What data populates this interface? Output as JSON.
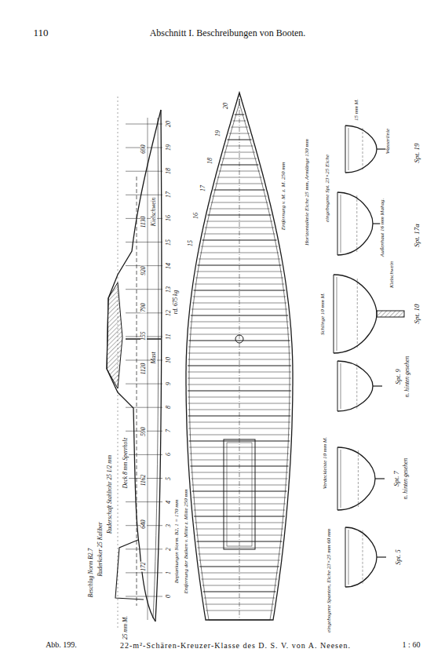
{
  "diagram": {
    "caption": "22-m²-Schären-Kreuzer-Klasse des D. S. V. von A. Neesen.",
    "labels": [
      "110",
      "Abschnitt I. Beschreibungen von Booten.",
      "Abb. 199.",
      "1 : 60",
      "0",
      "1",
      "2",
      "3",
      "4",
      "5",
      "6",
      "7",
      "8",
      "9",
      "10",
      "11",
      "12",
      "13",
      "14",
      "15",
      "16",
      "17",
      "18",
      "19",
      "20",
      "690",
      "1130",
      "920",
      "790",
      "155",
      "1120",
      "590",
      "1162",
      "640",
      "172",
      "rd. 675 kg",
      "Mast",
      "Kielschwein",
      "Ruderkoker 25 Kaliber",
      "Ruderschaft Stahlrohr 25 1/2 mm",
      "Beschlag Norm B2.7",
      "25 mm M.",
      "Deck 8 mm Sperrholz",
      "Beplankungen Norm. B2, 1 = 170 mm",
      "Entfernung der Balken v. Mitte z. Mitte 250 mm",
      "Entfernung v. M. z. M. 250 mm",
      "Horizontalknie Eiche 25 mm, Armlänge 130 mm",
      "20",
      "19",
      "18",
      "17",
      "16",
      "15",
      "Spt. 19",
      "Spt. 17a",
      "Spt. 10",
      "Spt. 9",
      "n. hinten gesehen",
      "Spt. 7",
      "n. hinten gesehen",
      "Spt. 5",
      "Wasserlinie",
      "15 mm M.",
      "Außenhaut 16 mm Mahag.",
      "eingebogene Spanten, Eiche 23×25 mm 60 mm",
      "Verdeckleiste 10 mm M.",
      "Kielschwein",
      "Schlinge 10 mm M.",
      "eingebogene Spt. 23×25 Eiche"
    ]
  }
}
